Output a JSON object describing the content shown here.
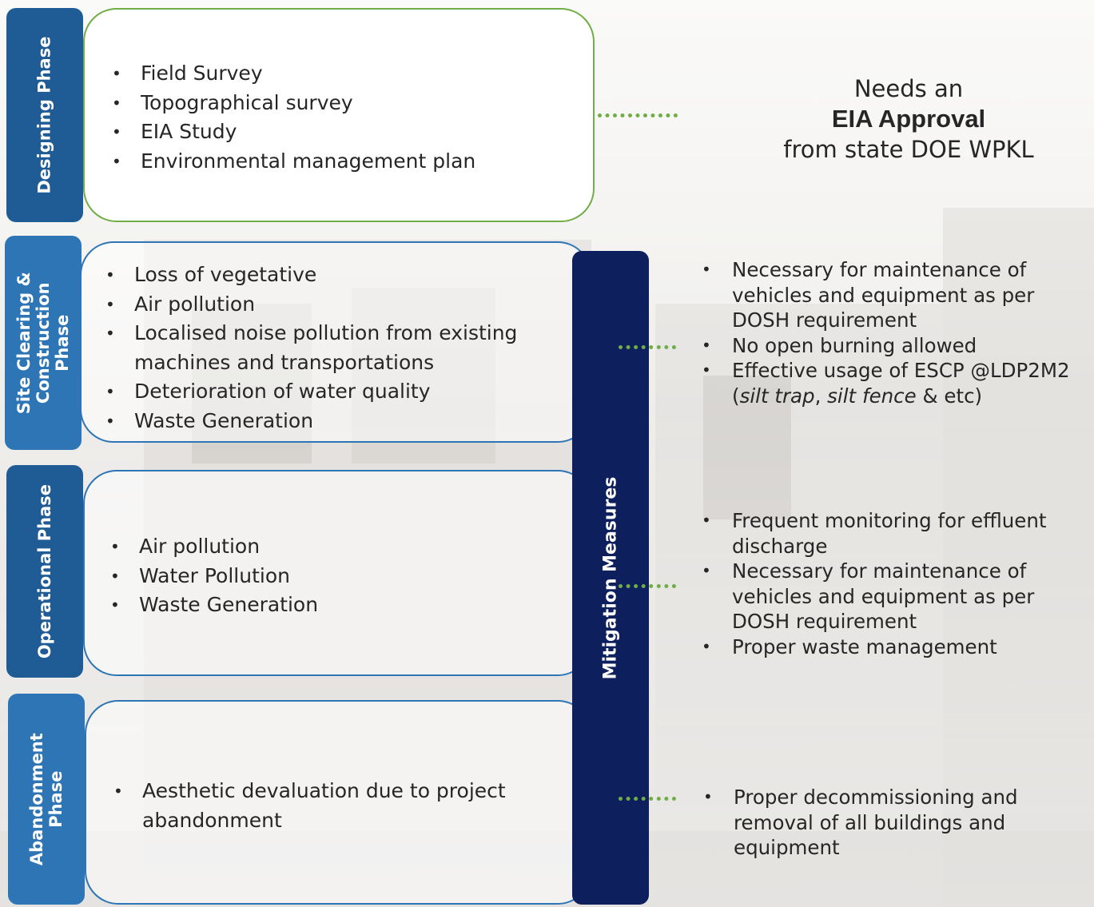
{
  "phases": [
    {
      "name": "Designing Phase",
      "items": [
        "Field Survey",
        "Topographical survey",
        "EIA Study",
        "Environmental management plan"
      ]
    },
    {
      "name_lines": [
        "Site Clearing &",
        "Construction",
        "Phase"
      ],
      "items": [
        "Loss of vegetative",
        "Air pollution",
        "Localised noise pollution from existing machines and transportations",
        "Deterioration of water quality",
        "Waste Generation"
      ]
    },
    {
      "name": "Operational Phase",
      "items": [
        "Air pollution",
        "Water Pollution",
        "Waste Generation"
      ]
    },
    {
      "name_lines": [
        "Abandonment",
        "Phase"
      ],
      "items": [
        "Aesthetic devaluation due to project abandonment"
      ]
    }
  ],
  "mitigation_label": "Mitigation Measures",
  "approval": {
    "line1": "Needs an",
    "line2": "EIA Approval",
    "line3": "from state DOE WPKL"
  },
  "measures": {
    "construction": {
      "items": [
        "Necessary for maintenance of vehicles and equipment as per DOSH requirement",
        "No open burning allowed",
        "Effective usage of ESCP @LDP2M2"
      ],
      "item3_cont": {
        "open": "(",
        "italic1": "silt trap",
        "sep": ", ",
        "italic2": "silt fence",
        "tail": " & etc)"
      }
    },
    "operational": [
      "Frequent monitoring for effluent discharge",
      "Necessary for maintenance of vehicles and equipment as per DOSH requirement",
      "Proper waste management"
    ],
    "abandonment": [
      "Proper decommissioning and removal of all buildings and equipment"
    ]
  }
}
